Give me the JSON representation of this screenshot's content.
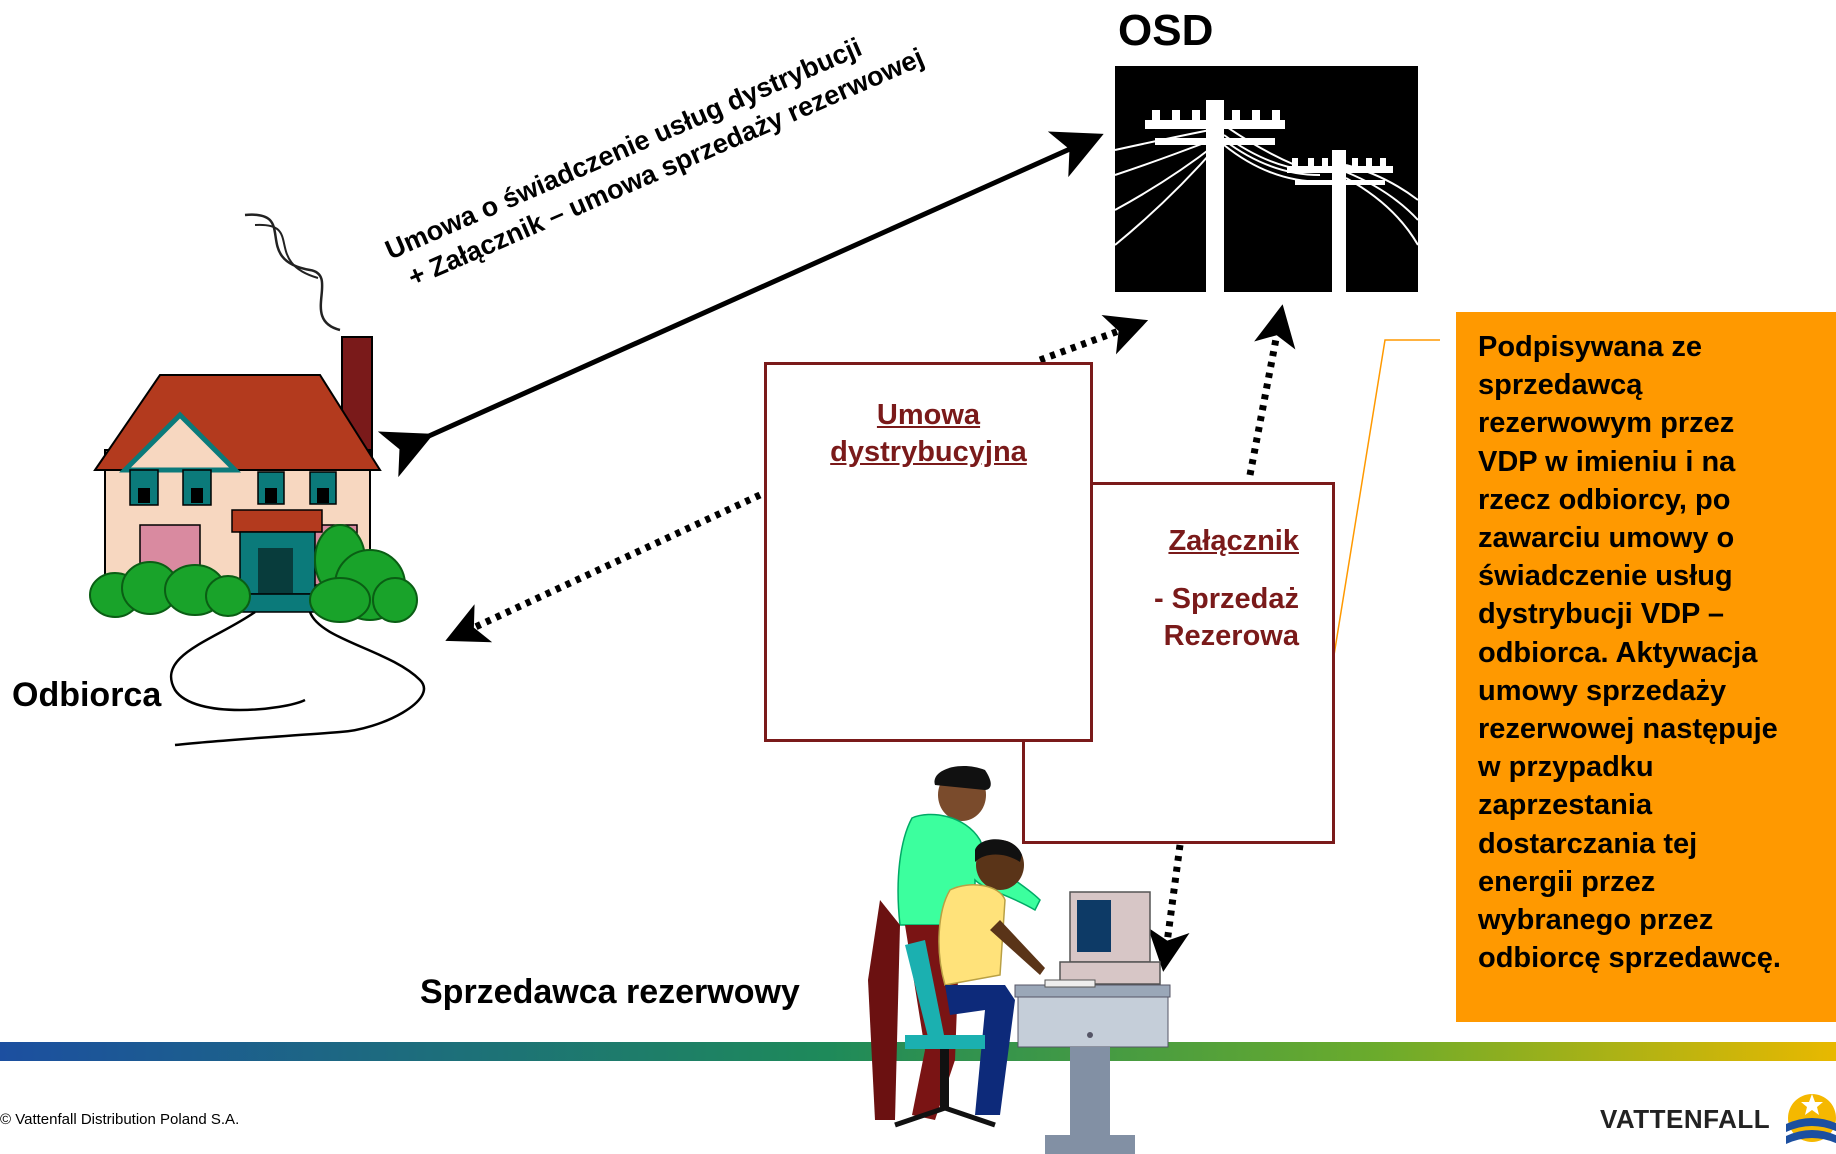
{
  "title": "OSD",
  "customer_label": "Odbiorca",
  "seller_label": "Sprzedawca rezerwowy",
  "contract_caption": {
    "line1": "Umowa o świadczenie usług dystrybucji",
    "line2": "+ Załącznik – umowa sprzedaży rezerwowej"
  },
  "doc_distribution": {
    "title_line1": "Umowa",
    "title_line2": "dystrybucyjna"
  },
  "doc_annex": {
    "title": "Załącznik",
    "body_line1": "- Sprzedaż",
    "body_line2": "Rezerowa"
  },
  "note": {
    "text": "Podpisywana ze\nsprzedawcą\nrezerwowym przez\nVDP w imieniu i na\nrzecz odbiorcy, po\nzawarciu umowy o\nświadczenie usług\ndystrybucji VDP –\nodbiorca. Aktywacja\numowy sprzedaży\nrezerwowej następuje\nw przypadku\nzaprzestania\ndostarczania tej\nenergii przez\nwybranego przez\nodbiorcę sprzedawcę."
  },
  "footer": {
    "copyright": "© Vattenfall Distribution Poland S.A.",
    "brand": "VATTENFALL"
  },
  "colors": {
    "note_bg": "#ff9900",
    "doc_border": "#7a1a1a",
    "doc_text": "#7a1a1a",
    "footer_bar_start": "#1c4fa0",
    "footer_bar_end": "#e8b800"
  },
  "icons": [
    "house-icon",
    "power-lines-icon",
    "office-workers-icon",
    "vattenfall-logo-icon"
  ]
}
